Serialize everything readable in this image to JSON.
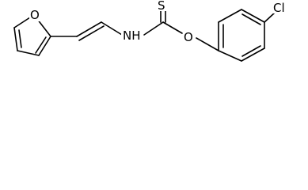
{
  "molecule": {
    "atoms": {
      "furan_oxygen": "O",
      "nitrogen": "NH",
      "thione_sulfur": "S",
      "ester_oxygen": "O",
      "chlorine": "Cl"
    }
  }
}
